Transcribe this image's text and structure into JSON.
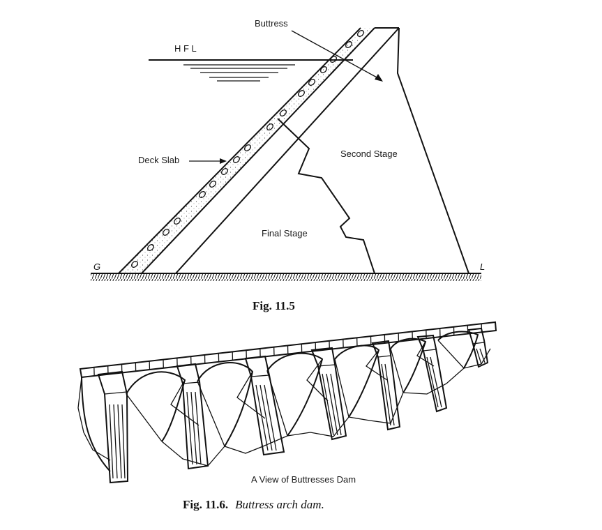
{
  "fig_11_5": {
    "labels": {
      "buttress": "Buttress",
      "hfl": "H F L",
      "deck_slab": "Deck Slab",
      "second_stage": "Second Stage",
      "final_stage": "Final Stage",
      "g": "G",
      "l": "L"
    },
    "caption": "Fig. 11.5"
  },
  "fig_11_6": {
    "subtitle": "A View of Buttresses Dam",
    "caption_number": "Fig. 11.6.",
    "caption_text": "Buttress arch dam."
  }
}
